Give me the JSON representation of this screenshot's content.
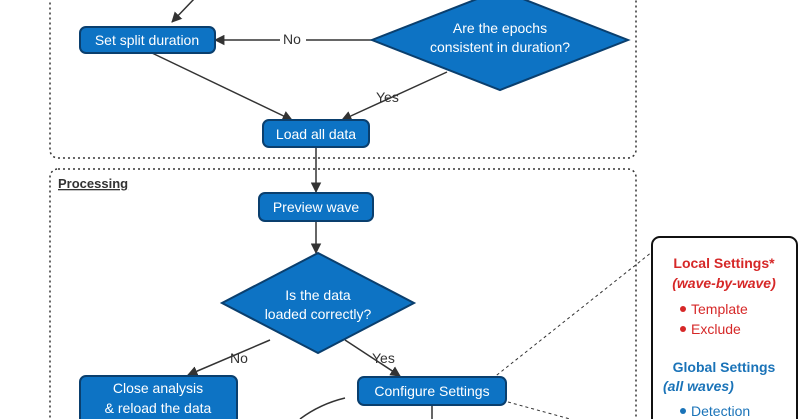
{
  "colors": {
    "node_fill": "#0d73c4",
    "node_stroke": "#0a3f6e",
    "edge": "#333333",
    "local_red": "#d62828",
    "global_blue": "#1a73b8"
  },
  "nodes": {
    "set_split": "Set split duration",
    "epochs_line1": "Are the epochs",
    "epochs_line2": "consistent in duration?",
    "load_all": "Load all data",
    "preview": "Preview wave",
    "data_line1": "Is the data",
    "data_line2": "loaded correctly?",
    "close_line1": "Close analysis",
    "close_line2": "& reload the data",
    "configure": "Configure Settings"
  },
  "edges": {
    "no_top": "No",
    "yes_top": "Yes",
    "no_bottom": "No",
    "yes_bottom": "Yes"
  },
  "sections": {
    "processing": "Processing"
  },
  "settings_panel": {
    "local_title": "Local Settings*",
    "local_subtitle": "(wave-by-wave)",
    "local_items": [
      "Template",
      "Exclude"
    ],
    "global_title": "Global Settings",
    "global_subtitle": "(all waves)",
    "global_items": [
      "Detection"
    ]
  }
}
